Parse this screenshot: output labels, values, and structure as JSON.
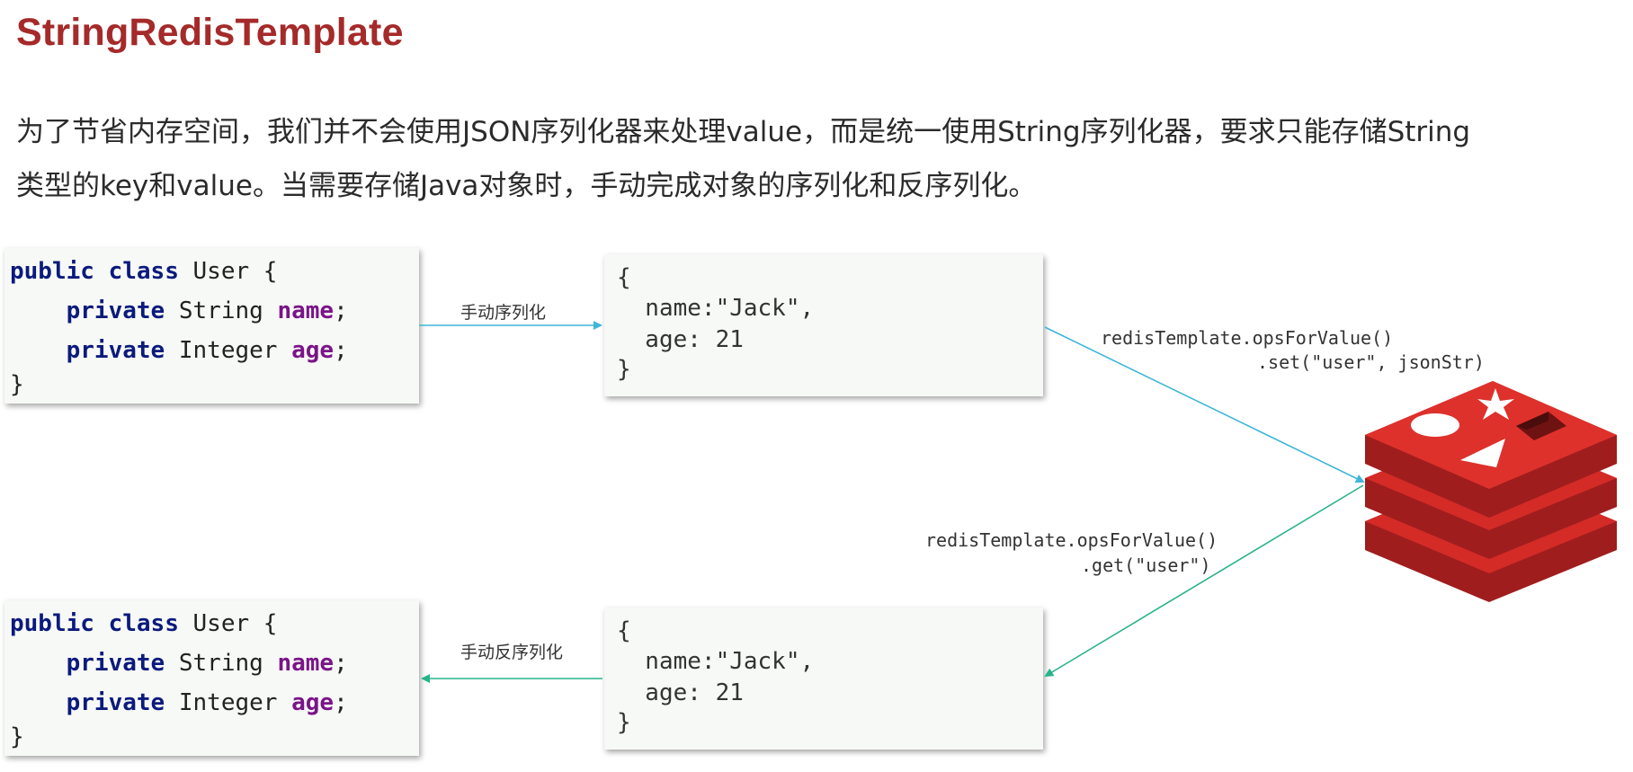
{
  "title": "StringRedisTemplate",
  "paragraph": {
    "line1": "为了节省内存空间，我们并不会使用JSON序列化器来处理value，而是统一使用String序列化器，要求只能存储String",
    "line2": "类型的key和value。当需要存储Java对象时，手动完成对象的序列化和反序列化。"
  },
  "code_user": {
    "kw_public": "public",
    "kw_class": "class",
    "class_name": " User {",
    "kw_private": "private",
    "type_string": " String ",
    "type_integer": " Integer ",
    "field_name": "name",
    "field_age": "age",
    "semicolon": ";",
    "close": "}"
  },
  "json": {
    "open": "{",
    "name_line": "  name:\"Jack\",",
    "age_line": "  age: 21",
    "close": "}"
  },
  "labels": {
    "serialize": "手动序列化",
    "deserialize": "手动反序列化",
    "set_line1": "redisTemplate.opsForValue()",
    "set_line2": ".set(\"user\", jsonStr)",
    "get_line1": "redisTemplate.opsForValue()",
    "get_line2": ".get(\"user\")"
  },
  "colors": {
    "title": "#a52a2a",
    "arrow_blue": "#3fb6d8",
    "arrow_green": "#29b38a",
    "redis_red": "#d42b27"
  },
  "icons": {
    "redis": "redis-logo-icon"
  }
}
